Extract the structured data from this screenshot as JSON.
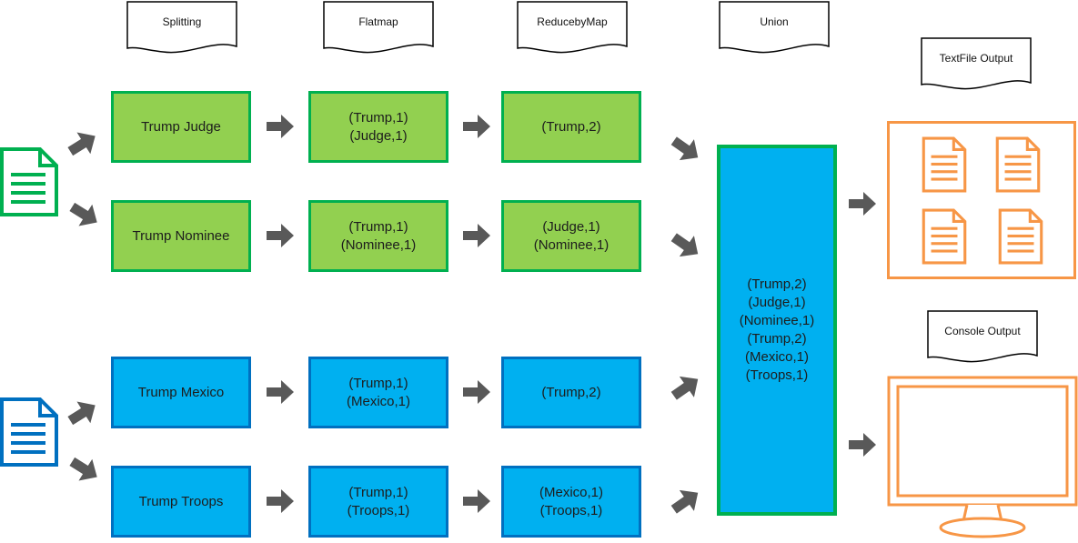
{
  "stages": {
    "splitting": "Splitting",
    "flatmap": "Flatmap",
    "reducebymap": "ReducebyMap",
    "union": "Union",
    "textfile_output": "TextFile Output",
    "console_output": "Console Output"
  },
  "group1": {
    "split": [
      "Trump Judge",
      "Trump Nominee"
    ],
    "flatmap": [
      "(Trump,1)\n(Judge,1)",
      "(Trump,1)\n(Nominee,1)"
    ],
    "reduce": [
      "(Trump,2)",
      "(Judge,1)\n(Nominee,1)"
    ]
  },
  "group2": {
    "split": [
      "Trump Mexico",
      "Trump Troops"
    ],
    "flatmap": [
      "(Trump,1)\n(Mexico,1)",
      "(Trump,1)\n(Troops,1)"
    ],
    "reduce": [
      "(Trump,2)",
      "(Mexico,1)\n(Troops,1)"
    ]
  },
  "union_box": "(Trump,2)\n(Judge,1)\n(Nominee,1)\n(Trump,2)\n(Mexico,1)\n(Troops,1)",
  "icons": {
    "input_green": "document-icon",
    "input_blue": "document-icon",
    "textfile": "file-icon",
    "console": "monitor-icon"
  },
  "colors": {
    "green_fill": "#92d050",
    "green_border": "#00b050",
    "blue_fill": "#00b0f0",
    "blue_border": "#0070c0",
    "output_orange": "#f79646",
    "arrow_gray": "#595959"
  }
}
